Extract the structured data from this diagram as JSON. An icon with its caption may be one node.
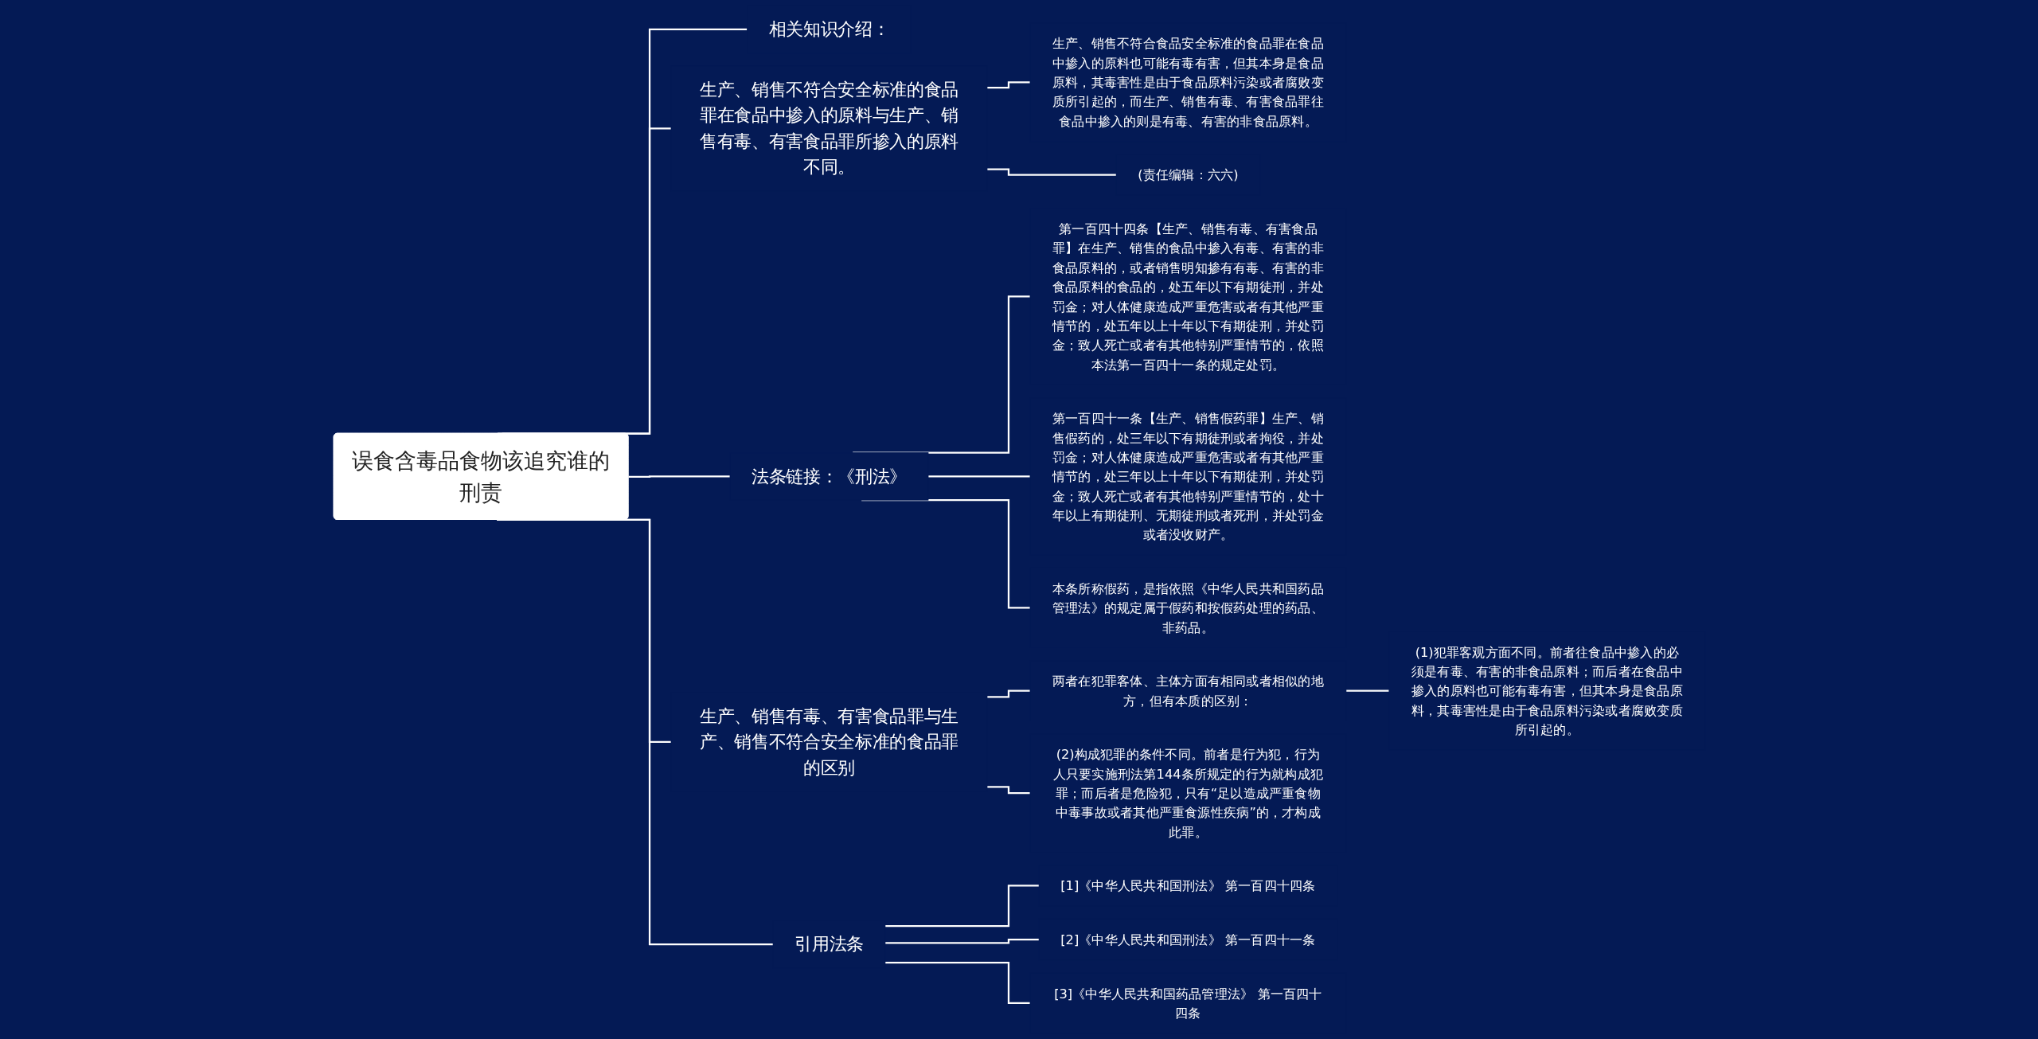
{
  "diagram": {
    "nodes": [
      {
        "text": [
          "误食含毒品食物该追究谁的刑责"
        ]
      },
      {
        "text": [
          "相关知识介绍："
        ]
      },
      {
        "text": [
          "生产、销售不符合安全标准的食品罪在食品中掺入的原料与生产、销售有毒、有害食品罪所掺入的原料不同。"
        ]
      },
      {
        "text": [
          "生产、销售不符合食品安全标准的食品罪在食品中掺入的原料也可能有毒有害，但其本身是食品原料，其毒害性是由于食品原料污染或者腐败变质所引起的，而生产、销售有毒、有害食品罪往食品中掺入的则是有毒、有害的非食品原料。"
        ]
      },
      {
        "text": [
          "(责任编辑：六六)"
        ]
      },
      {
        "text": [
          "法条链接：《刑法》"
        ]
      },
      {
        "text": [
          "第一百四十四条【生产、销售有毒、有害食品罪】在生产、销售的食品中掺入有毒、有害的非食品原料的，或者销售明知掺有有毒、有害的非食品原料的食品的，处五年以下有期徒刑，并处罚金；对人体健康造成严重危害或者有其他严重情节的，处五年以上十年以下有期徒刑，并处罚金；致人死亡或者有其他特别严重情节的，依照本法第一百四十一条的规定处罚。"
        ]
      },
      {
        "text": [
          "第一百四十一条【生产、销售假药罪】生产、销售假药的，处三年以下有期徒刑或者拘役，并处罚金；对人体健康造成严重危害或者有其他严重情节的，处三年以上十年以下有期徒刑，并处罚金；致人死亡或者有其他特别严重情节的，处十年以上有期徒刑、无期徒刑或者死刑，并处罚金或者没收财产。"
        ]
      },
      {
        "text": [
          "本条所称假药，是指依照《中华人民共和国药品管理法》的规定属于假药和按假药处理的药品、非药品。"
        ]
      },
      {
        "text": [
          "生产、销售有毒、有害食品罪与生产、销售不符合安全标准的食品罪的区别"
        ]
      },
      {
        "text": [
          "两者在犯罪客体、主体方面有相同或者相似的地方，但有本质的区别："
        ]
      },
      {
        "text": [
          "(1)犯罪客观方面不同。前者往食品中掺入的必须是有毒、有害的非食品原料；而后者在食品中掺入的原料也可能有毒有害，但其本身是食品原料，其毒害性是由于食品原料污染或者腐败变质所引起的。"
        ]
      },
      {
        "text": [
          "(2)构成犯罪的条件不同。前者是行为犯，行为人只要实施刑法第144条所规定的行为就构成犯罪；而后者是危险犯，只有“足以造成严重食物中毒事故或者其他严重食源性疾病”的，才构成此罪。"
        ]
      },
      {
        "text": [
          "引用法条"
        ]
      },
      {
        "text": [
          "[1]《中华人民共和国刑法》 第一百四十四条"
        ]
      },
      {
        "text": [
          "[2]《中华人民共和国刑法》 第一百四十一条"
        ]
      },
      {
        "text": [
          "[3]《中华人民共和国药品管理法》 第一百四十四条"
        ]
      }
    ],
    "edges": [
      {
        "from": 0,
        "to": 1,
        "arrow": "none"
      },
      {
        "from": 0,
        "to": 2,
        "arrow": "none"
      },
      {
        "from": 2,
        "to": 3,
        "arrow": "none"
      },
      {
        "from": 2,
        "to": 4,
        "arrow": "none"
      },
      {
        "from": 0,
        "to": 5,
        "arrow": "none"
      },
      {
        "from": 5,
        "to": 6,
        "arrow": "none"
      },
      {
        "from": 5,
        "to": 7,
        "arrow": "none"
      },
      {
        "from": 5,
        "to": 8,
        "arrow": "none"
      },
      {
        "from": 0,
        "to": 9,
        "arrow": "none"
      },
      {
        "from": 9,
        "to": 10,
        "arrow": "none"
      },
      {
        "from": 10,
        "to": 11,
        "arrow": "none"
      },
      {
        "from": 9,
        "to": 12,
        "arrow": "none"
      },
      {
        "from": 0,
        "to": 13,
        "arrow": "none"
      },
      {
        "from": 13,
        "to": 14,
        "arrow": "none"
      },
      {
        "from": 13,
        "to": 15,
        "arrow": "none"
      },
      {
        "from": 13,
        "to": 16,
        "arrow": "none"
      }
    ]
  }
}
